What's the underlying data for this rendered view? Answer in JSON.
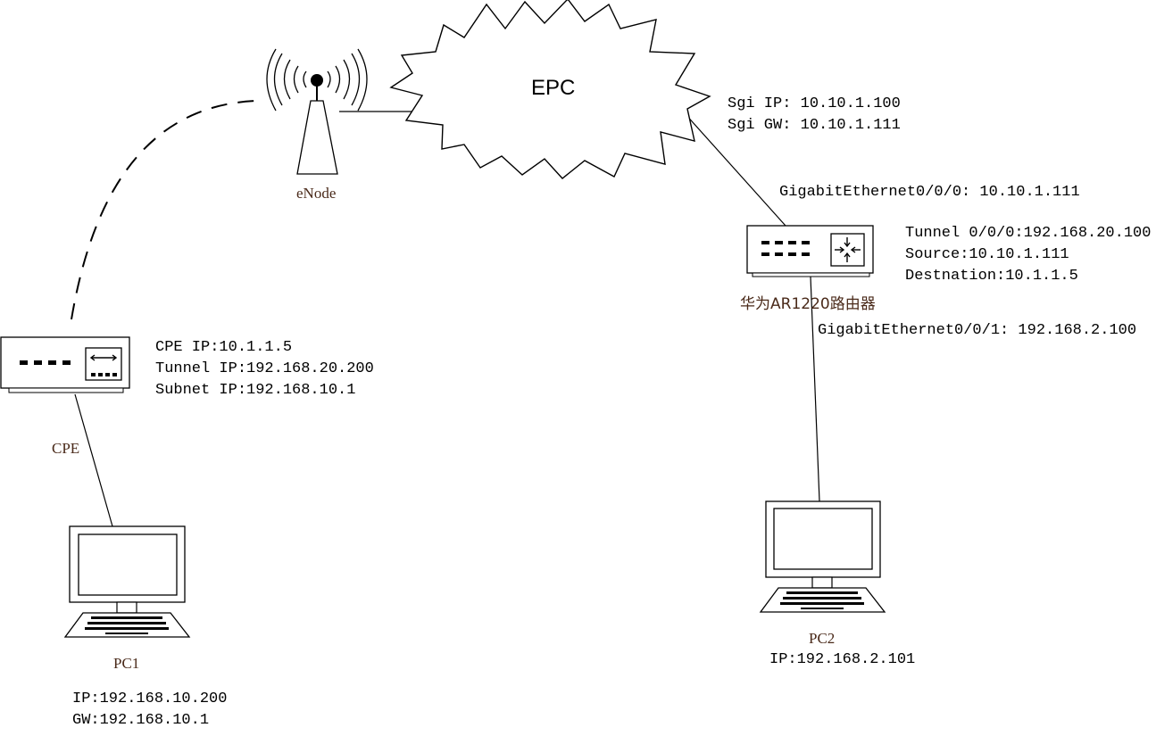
{
  "epc": {
    "label": "EPC"
  },
  "enode": {
    "label": "eNode"
  },
  "sgi": {
    "ip": "Sgi IP: 10.10.1.100",
    "gw": "Sgi GW: 10.10.1.111"
  },
  "router": {
    "uplink": "GigabitEthernet0/0/0: 10.10.1.111",
    "tunnel": "Tunnel 0/0/0:192.168.20.100",
    "source": "Source:10.10.1.111",
    "destination": "Destnation:10.1.1.5",
    "name": "华为AR1220路由器",
    "downlink": "GigabitEthernet0/0/1: 192.168.2.100"
  },
  "cpe": {
    "ip": "CPE IP:10.1.1.5",
    "tunnel_ip": "Tunnel IP:192.168.20.200",
    "subnet_ip": "Subnet IP:192.168.10.1",
    "label": "CPE"
  },
  "pc1": {
    "label": "PC1",
    "ip": "IP:192.168.10.200",
    "gw": "GW:192.168.10.1"
  },
  "pc2": {
    "label": "PC2",
    "ip": "IP:192.168.2.101"
  },
  "icons": [
    "antenna-tower-icon",
    "cloud-icon",
    "router-icon",
    "cpe-switch-icon",
    "desktop-computer-icon"
  ]
}
